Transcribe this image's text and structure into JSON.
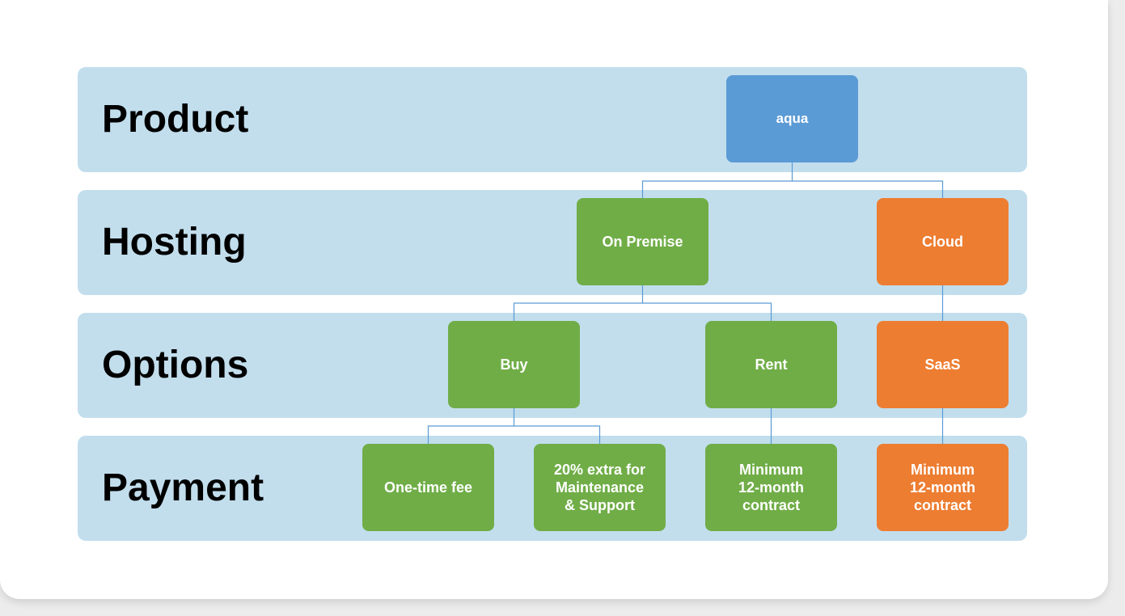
{
  "rows": {
    "product": "Product",
    "hosting": "Hosting",
    "options": "Options",
    "payment": "Payment"
  },
  "nodes": {
    "aqua": "aqua",
    "on_premise": "On Premise",
    "cloud": "Cloud",
    "buy": "Buy",
    "rent": "Rent",
    "saas": "SaaS",
    "one_time_fee": "One-time fee",
    "maintenance": "20% extra for\nMaintenance\n& Support",
    "rent_contract": "Minimum\n12-month\ncontract",
    "saas_contract": "Minimum\n12-month\ncontract"
  },
  "colors": {
    "band": "#c2deed",
    "product_node": "#5b9bd5",
    "on_premise_branch": "#70ad47",
    "cloud_branch": "#ed7d31",
    "connector": "#5b9bd5"
  }
}
